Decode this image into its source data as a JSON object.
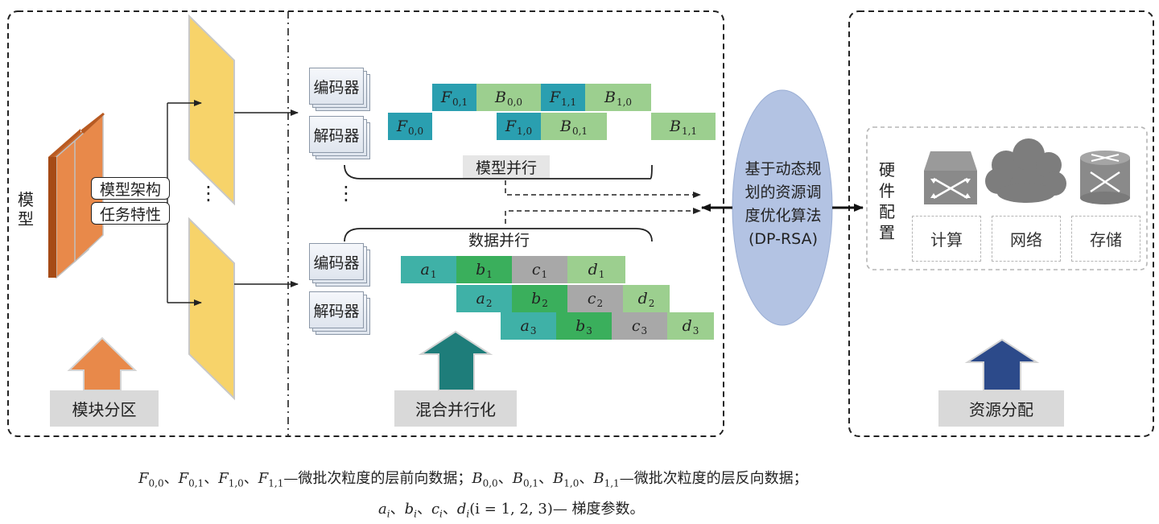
{
  "left_panel": {
    "model_label": "模型",
    "architecture_label": "模型架构",
    "task_label": "任务特性",
    "dots": "⋮",
    "partition_label": "模块分区"
  },
  "middle_panel": {
    "encoder": "编码器",
    "decoder": "解码器",
    "model_parallel_label": "模型并行",
    "data_parallel_label": "数据并行",
    "dots": "⋮",
    "hybrid_label": "混合并行化",
    "model_parallel_cells": [
      {
        "main": "F",
        "sub": "0,0",
        "color": "#2a9fb0"
      },
      {
        "main": "F",
        "sub": "0,1",
        "color": "#2a9fb0"
      },
      {
        "main": "B",
        "sub": "0,0",
        "color": "#9ccf8f"
      },
      {
        "main": "F",
        "sub": "1,1",
        "color": "#2a9fb0"
      },
      {
        "main": "B",
        "sub": "1,0",
        "color": "#9ccf8f"
      },
      {
        "main": "F",
        "sub": "1,0",
        "color": "#2a9fb0"
      },
      {
        "main": "B",
        "sub": "0,1",
        "color": "#9ccf8f"
      },
      {
        "main": "B",
        "sub": "1,1",
        "color": "#9ccf8f"
      }
    ],
    "data_parallel_cells": [
      {
        "main": "a",
        "sub": "1",
        "color": "#3fb1a7"
      },
      {
        "main": "b",
        "sub": "1",
        "color": "#3aaf5c"
      },
      {
        "main": "c",
        "sub": "1",
        "color": "#a8a8a8"
      },
      {
        "main": "d",
        "sub": "1",
        "color": "#9ccf8f"
      },
      {
        "main": "a",
        "sub": "2",
        "color": "#3fb1a7"
      },
      {
        "main": "b",
        "sub": "2",
        "color": "#3aaf5c"
      },
      {
        "main": "c",
        "sub": "2",
        "color": "#a8a8a8"
      },
      {
        "main": "d",
        "sub": "2",
        "color": "#9ccf8f"
      },
      {
        "main": "a",
        "sub": "3",
        "color": "#3fb1a7"
      },
      {
        "main": "b",
        "sub": "3",
        "color": "#3aaf5c"
      },
      {
        "main": "c",
        "sub": "3",
        "color": "#a8a8a8"
      },
      {
        "main": "d",
        "sub": "3",
        "color": "#9ccf8f"
      }
    ]
  },
  "algorithm": {
    "line1": "基于动态规",
    "line2": "划的资源调",
    "line3": "度优化算法",
    "line4": "(DP-RSA)"
  },
  "right_panel": {
    "hardware_config": "硬件配置",
    "compute": "计算",
    "network": "网络",
    "storage": "存储",
    "allocation_label": "资源分配"
  },
  "legend": {
    "line1_forward": "—微批次粒度的层前向数据；",
    "line1_backward": "—微批次粒度的层反向数据；",
    "line2_vars": "(i = 1, 2, 3)— 梯度参数。"
  },
  "colors": {
    "orange_block": "#e8894a",
    "yellow_block": "#f7d36a",
    "ellipse": "#b3c3e3",
    "arrow_orange": "#e8894a",
    "arrow_teal": "#1e7d7a",
    "arrow_blue": "#2c4a8a"
  }
}
